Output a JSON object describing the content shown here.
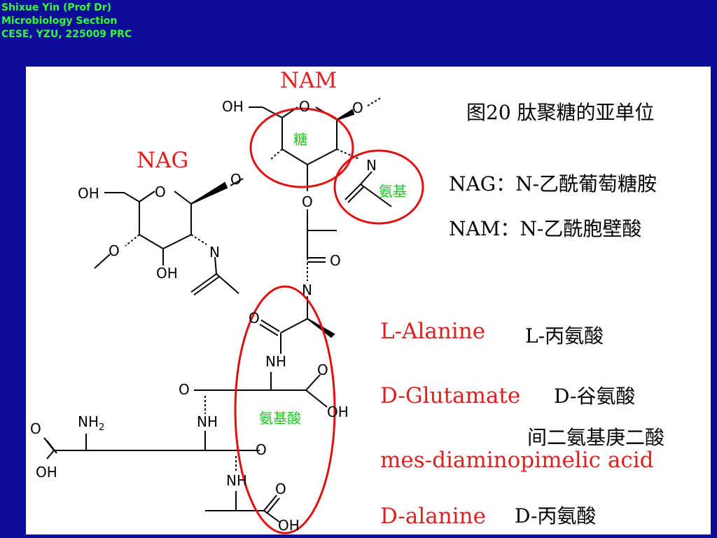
{
  "header": {
    "line1": "Shixue Yin (Prof Dr)",
    "line2": "Microbiology  Section",
    "line3": "CESE, YZU, 225009 PRC"
  },
  "slide": {
    "title": "图20  肽聚糖的亚单位",
    "nag_def": "NAG：N-乙酰葡萄糖胺",
    "nam_def": "NAM：N-乙酰胞壁酸",
    "nam_label": "NAM",
    "nag_label": "NAG",
    "sugar_tag": "糖",
    "amino_tag": "氨基",
    "amino_acid_tag": "氨基酸",
    "l_alanine_en": "L-Alanine",
    "l_alanine_cn": "L-丙氨酸",
    "d_glutamate_en": "D-Glutamate",
    "d_glutamate_cn": "D-谷氨酸",
    "dap_cn": "间二氨基庚二酸",
    "dap_en": "mes-diaminopimelic acid",
    "d_alanine_en": "D-alanine",
    "d_alanine_cn": "D-丙氨酸"
  },
  "structure_labels": {
    "oh": "OH",
    "o": "O",
    "n": "N",
    "nh": "NH",
    "nh2": "NH",
    "nh2_sub": "2"
  },
  "colors": {
    "background": "#0d0d99",
    "header_text": "#33ff33",
    "label_red": "#e02020",
    "tag_green": "#19c819",
    "circle_red": "#e01010"
  }
}
